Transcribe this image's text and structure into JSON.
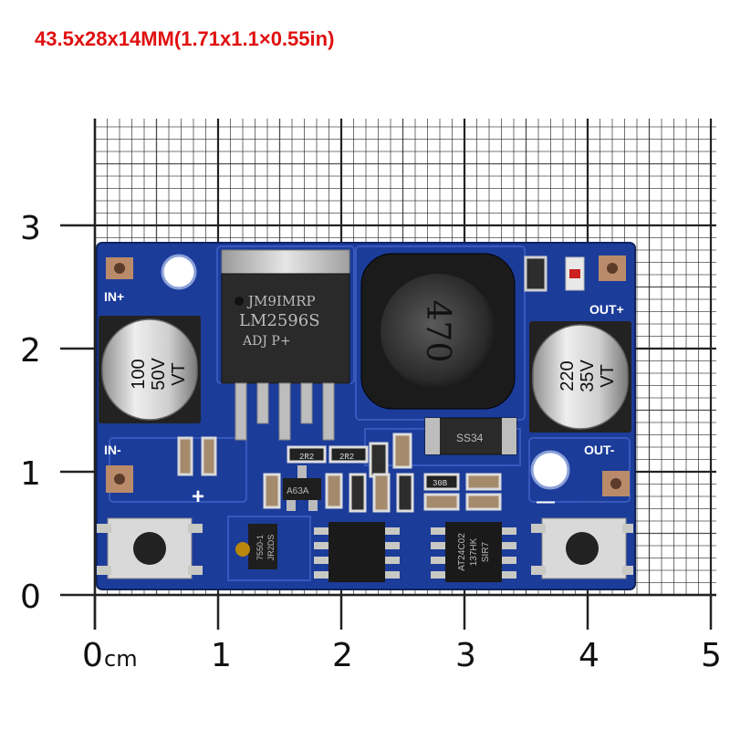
{
  "title": "43.5x28x14MM(1.71x1.1×0.55in)",
  "ruler": {
    "y_labels": [
      "3",
      "2",
      "1",
      "0"
    ],
    "x_labels": [
      "0",
      "1",
      "2",
      "3",
      "4",
      "5"
    ],
    "x_unit": "cm"
  },
  "board": {
    "labels": {
      "in_plus": "IN+",
      "in_minus": "IN-",
      "out_plus": "OUT+",
      "out_minus": "OUT-",
      "plus_mark": "+",
      "minus_mark": "—"
    },
    "chip": {
      "line1": "JM9IMRP",
      "line2": "LM2596S",
      "line3": "ADJ  P+"
    },
    "inductor": "470",
    "cap_in": {
      "line1": "100",
      "line2": "50V",
      "line3": "VT"
    },
    "cap_out": {
      "line1": "220",
      "line2": "35V",
      "line3": "VT"
    },
    "diode": "SS34",
    "sot": "A63A",
    "res_a": "2R2",
    "res_b": "2R2",
    "res_c": "30B",
    "sot_left": {
      "line1": "7550-1",
      "line2": "JR2DS"
    },
    "ic_right": {
      "line1": "AT24C02",
      "line2": "137HK",
      "line3": "SIR7"
    }
  },
  "colors": {
    "title": "#e01010",
    "pcb": "#1c3c9a",
    "grid": "#222222",
    "pad": "#c9c9c4"
  }
}
